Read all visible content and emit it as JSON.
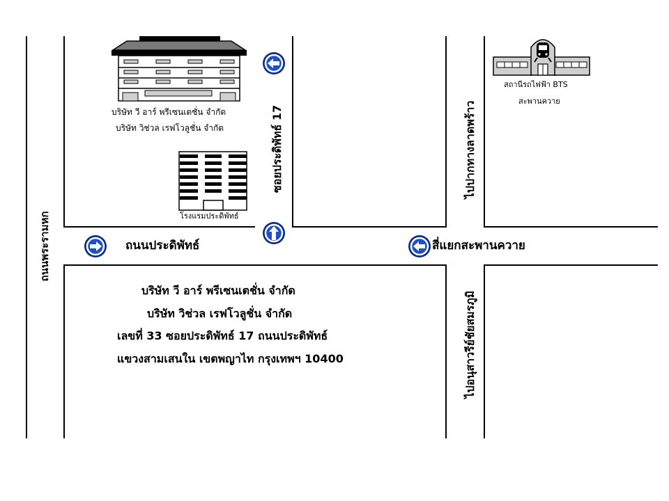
{
  "roads": {
    "pracharat": "ถนนพระรามหก",
    "pradiphat": "ถนนประดิพัทธ์",
    "soi17": "ซอยประดิพัทธ์ 17",
    "lat_phrao": "ไปปากทางลาดพร้าว",
    "victory": "ไปอนุสาวรีย์ชัยสมรภูมิ"
  },
  "intersection": "สี่แยกสะพานควาย",
  "buildings": {
    "office_line1": "บริษัท วี อาร์ พรีเซนเตชั่น จำกัด",
    "office_line2": "บริษัท วิช่วล เรฟโวลูชั่น จำกัด",
    "hotel": "โรงแรมประดิพัทธ์"
  },
  "bts": {
    "line1": "สถานีรถไฟฟ้า BTS",
    "line2": "สะพานควาย"
  },
  "address": {
    "line1": "บริษัท วี อาร์ พรีเซนเตชั่น จำกัด",
    "line2": "บริษัท วิช่วล เรฟโวลูชั่น จำกัด",
    "line3": "เลขที่ 33 ซอยประดิพัทธ์ 17 ถนนประดิพัทธ์",
    "line4": "แขวงสามเสนใน เขตพญาไท กรุงเทพฯ 10400"
  },
  "colors": {
    "arrow_fill": "#1f4fc9",
    "arrow_ring": "#0b2f86",
    "line": "#000000"
  },
  "icons": [
    "arrow-left-icon",
    "arrow-right-icon",
    "arrow-up-icon",
    "train-icon"
  ]
}
